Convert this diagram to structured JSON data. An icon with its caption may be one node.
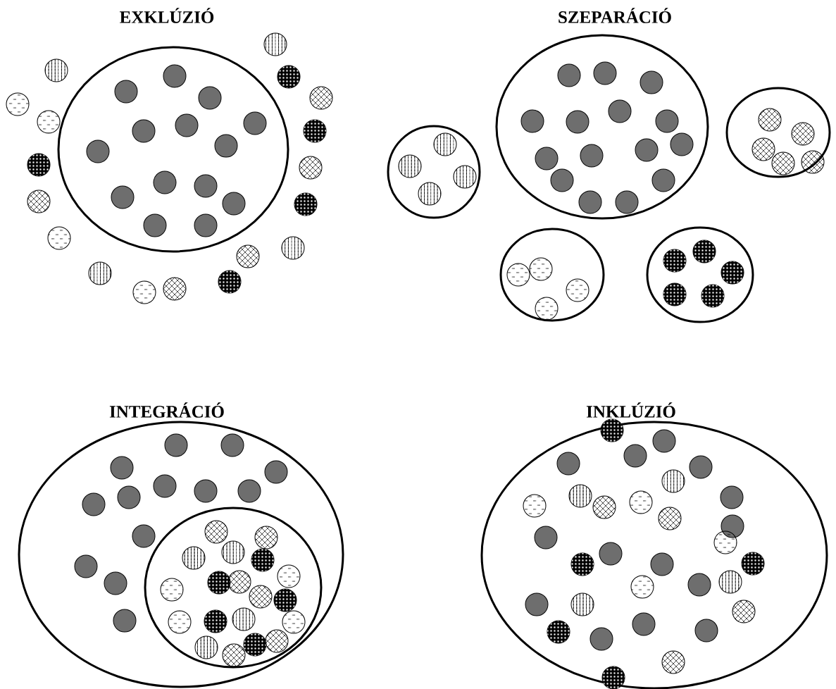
{
  "diagram": {
    "labels": [
      "EXKLÚZIÓ",
      "SZEPARÁCIÓ",
      "INTEGRÁCIÓ",
      "INKLÚZIÓ"
    ]
  }
}
